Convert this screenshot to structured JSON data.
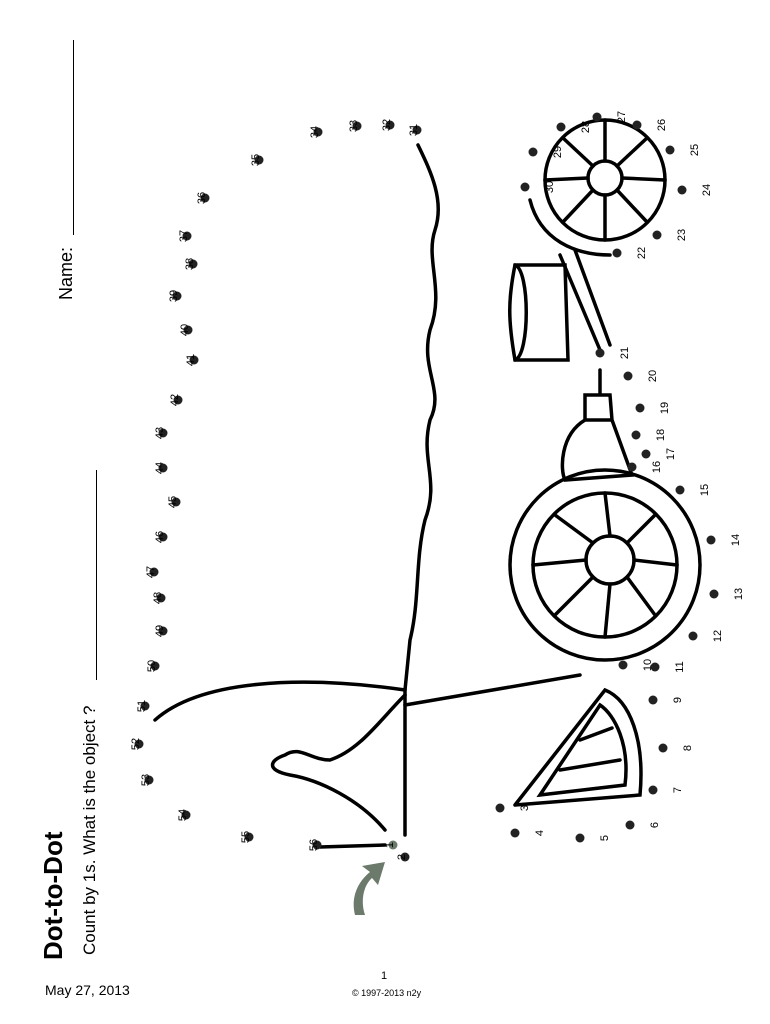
{
  "header": {
    "title": "Dot-to-Dot",
    "instruction": "Count by 1s.  What is the object ?",
    "name_label": "Name:"
  },
  "footer": {
    "date": "May 27, 2013",
    "page_number": "1",
    "copyright": "© 1997-2013 n2y"
  },
  "dots": {
    "count": 56,
    "start_dot": 1,
    "start_color": "#6b7a6b",
    "dot_color": "#222222"
  },
  "icons": {
    "start_arrow": "curved-arrow-icon"
  }
}
